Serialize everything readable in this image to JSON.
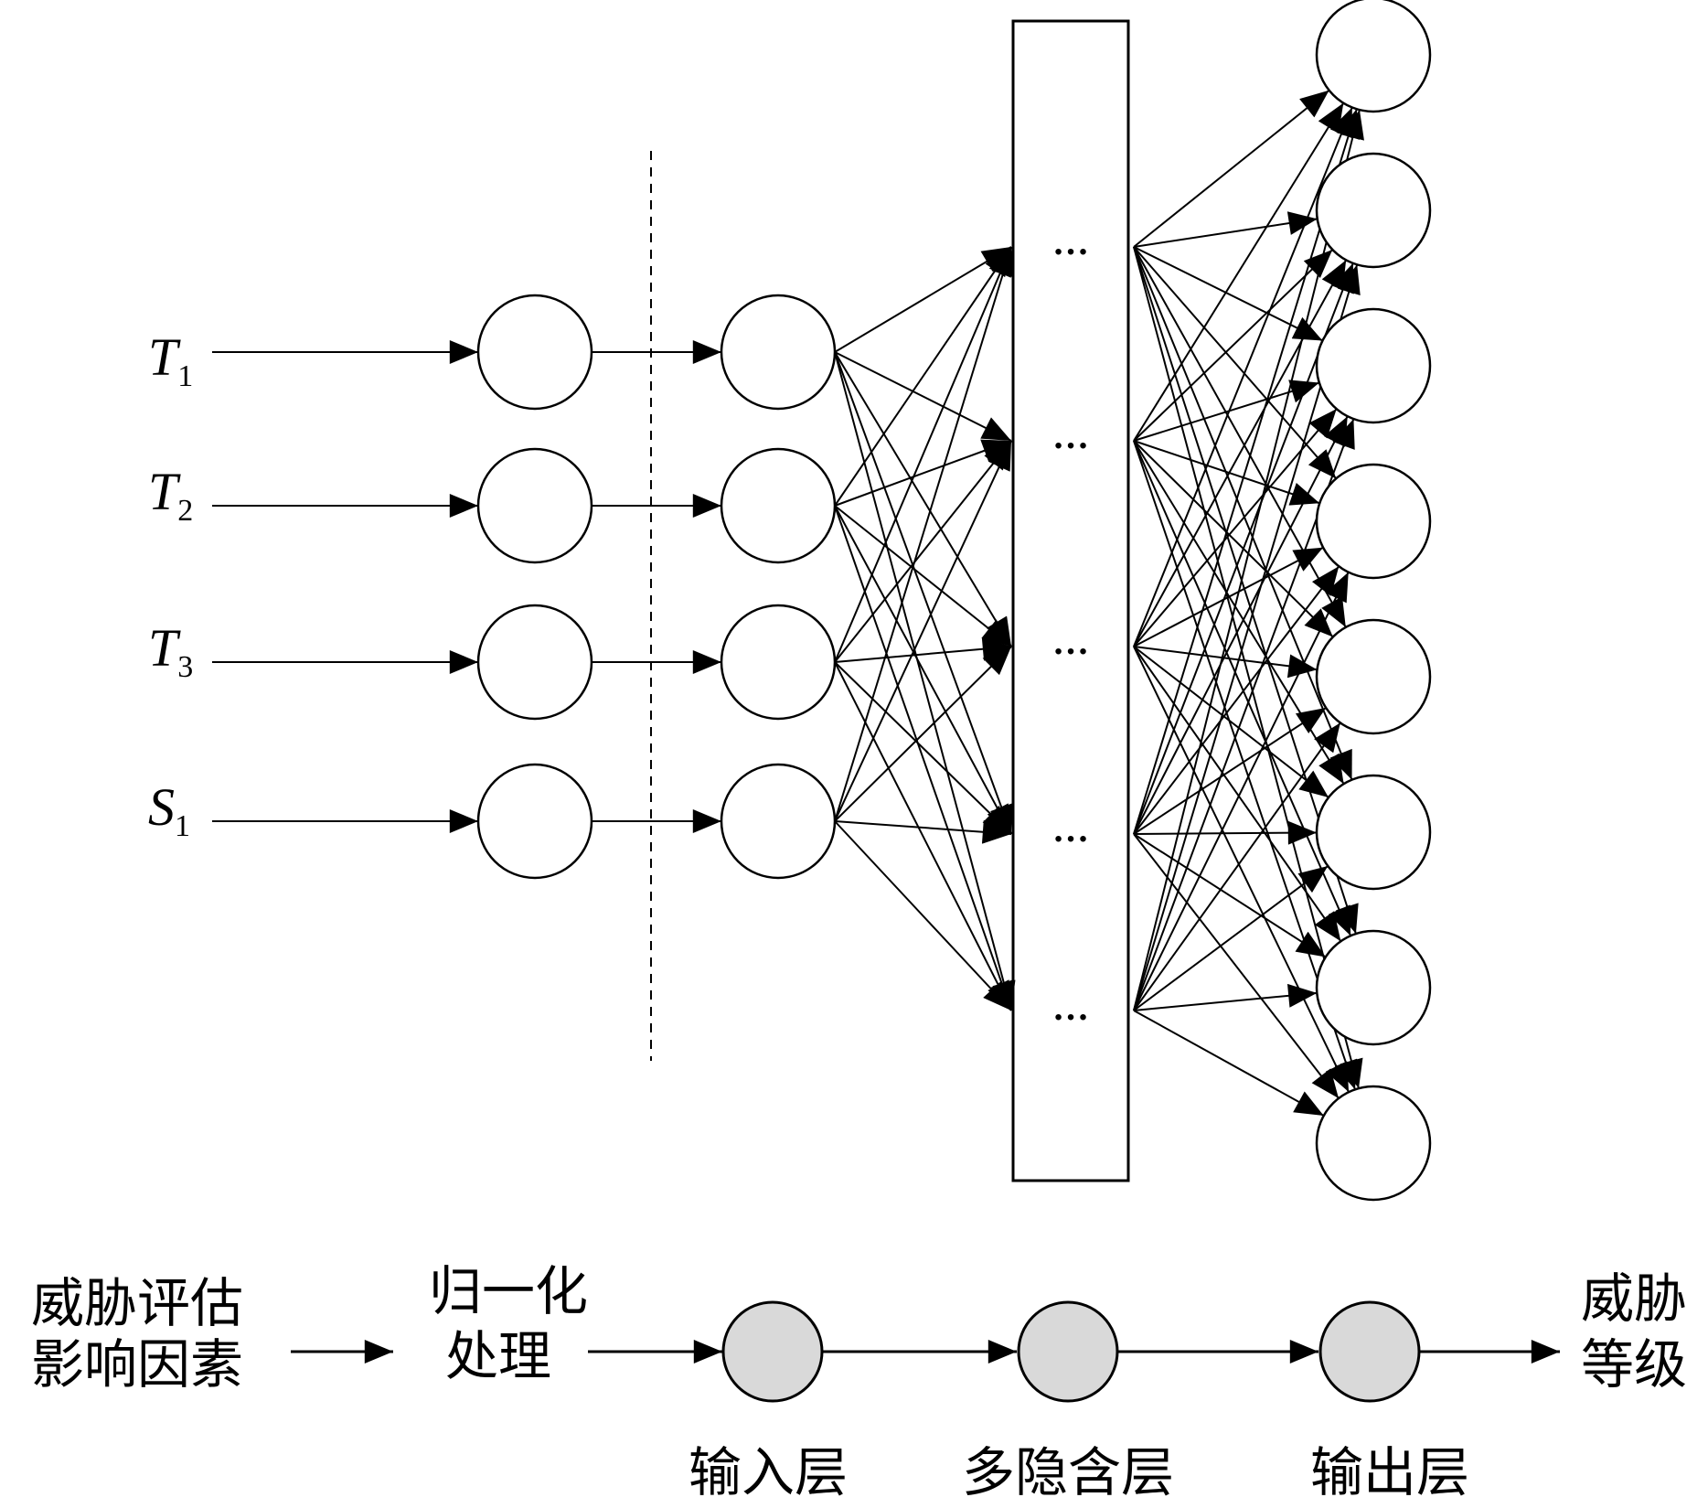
{
  "inputs": [
    {
      "var": "T",
      "sub": "1"
    },
    {
      "var": "T",
      "sub": "2"
    },
    {
      "var": "T",
      "sub": "3"
    },
    {
      "var": "S",
      "sub": "1"
    }
  ],
  "hidden_ellipsis": "…",
  "flow": {
    "factors_line1": "威胁评估",
    "factors_line2": "影响因素",
    "normalize_line1": "归一化",
    "normalize_line2": "处理",
    "result_line1": "威胁",
    "result_line2": "等级"
  },
  "layer_labels": {
    "input": "输入层",
    "hidden": "多隐含层",
    "output": "输出层"
  },
  "colors": {
    "stroke": "#000000",
    "node_fill": "#ffffff",
    "flow_node_fill": "#d9d9d9"
  }
}
